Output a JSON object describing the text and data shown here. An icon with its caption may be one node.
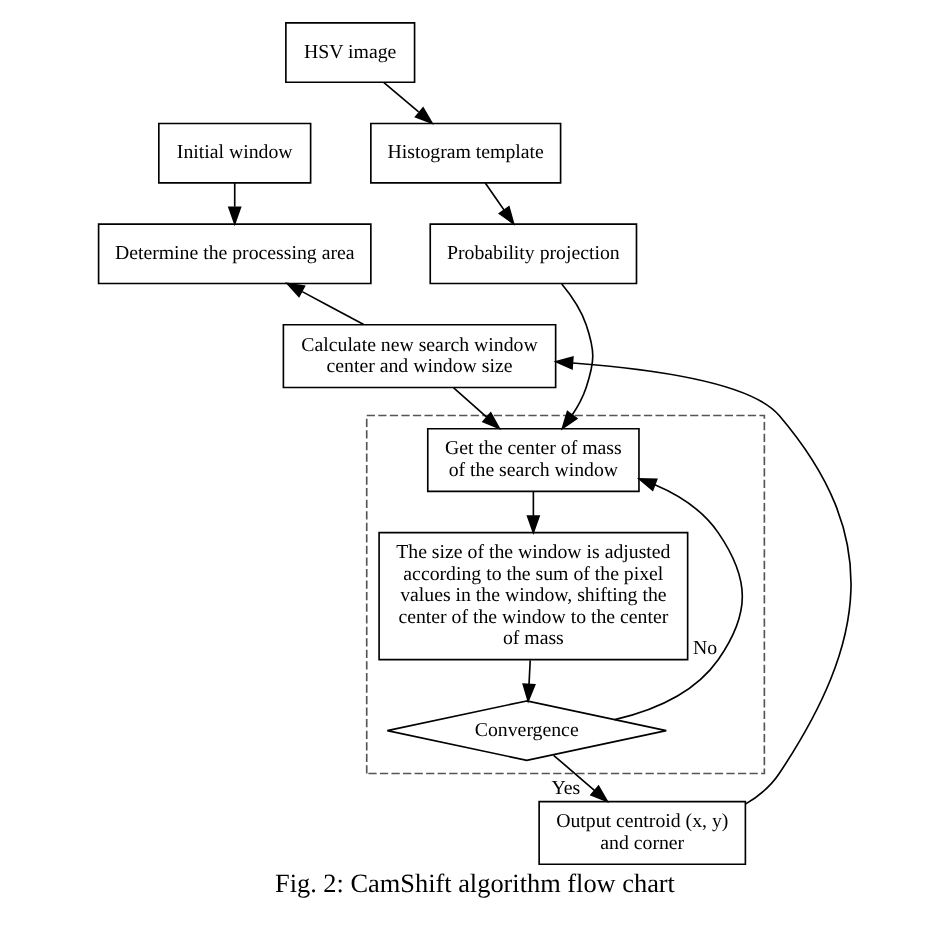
{
  "diagram": {
    "caption": "Fig. 2: CamShift algorithm flow chart",
    "nodes": [
      {
        "text": [
          "Initial window"
        ]
      },
      {
        "text": [
          "HSV image"
        ]
      },
      {
        "text": [
          "Determine the processing area"
        ]
      },
      {
        "text": [
          "Histogram template"
        ]
      },
      {
        "text": [
          "Probability projection"
        ]
      },
      {
        "text": [
          "Calculate new search window center and window size"
        ]
      },
      {
        "text": [],
        "shape": "box"
      },
      {
        "text": [
          "Get the center of mass of the search window"
        ],
        "in": 6
      },
      {
        "text": [
          "The size of the window is adjusted according to the sum of the pixel values in the window, shifting the center of the window to the center of mass"
        ],
        "in": 6
      },
      {
        "text": [
          "Output centroid (x, y) and corner"
        ]
      },
      {
        "text": [
          "Convergence"
        ],
        "in": 6
      }
    ],
    "edges": [
      {
        "from": 0,
        "to": 2,
        "arrow": "to"
      },
      {
        "from": 1,
        "to": 3,
        "arrow": "to"
      },
      {
        "from": 3,
        "to": 4,
        "arrow": "to"
      },
      {
        "from": 4,
        "to": 7,
        "arrow": "to"
      },
      {
        "from": 5,
        "to": 2,
        "arrow": "to"
      },
      {
        "from": 5,
        "to": 7,
        "arrow": "to"
      },
      {
        "from": 7,
        "to": 8,
        "arrow": "to"
      },
      {
        "from": 8,
        "to": 10,
        "arrow": "to"
      },
      {
        "from": 10,
        "to": 9,
        "arrow": "to",
        "label": "Yes"
      },
      {
        "from": 10,
        "to": 7,
        "arrow": "to",
        "label": "No"
      },
      {
        "from": 9,
        "to": 5,
        "arrow": "to"
      }
    ]
  }
}
